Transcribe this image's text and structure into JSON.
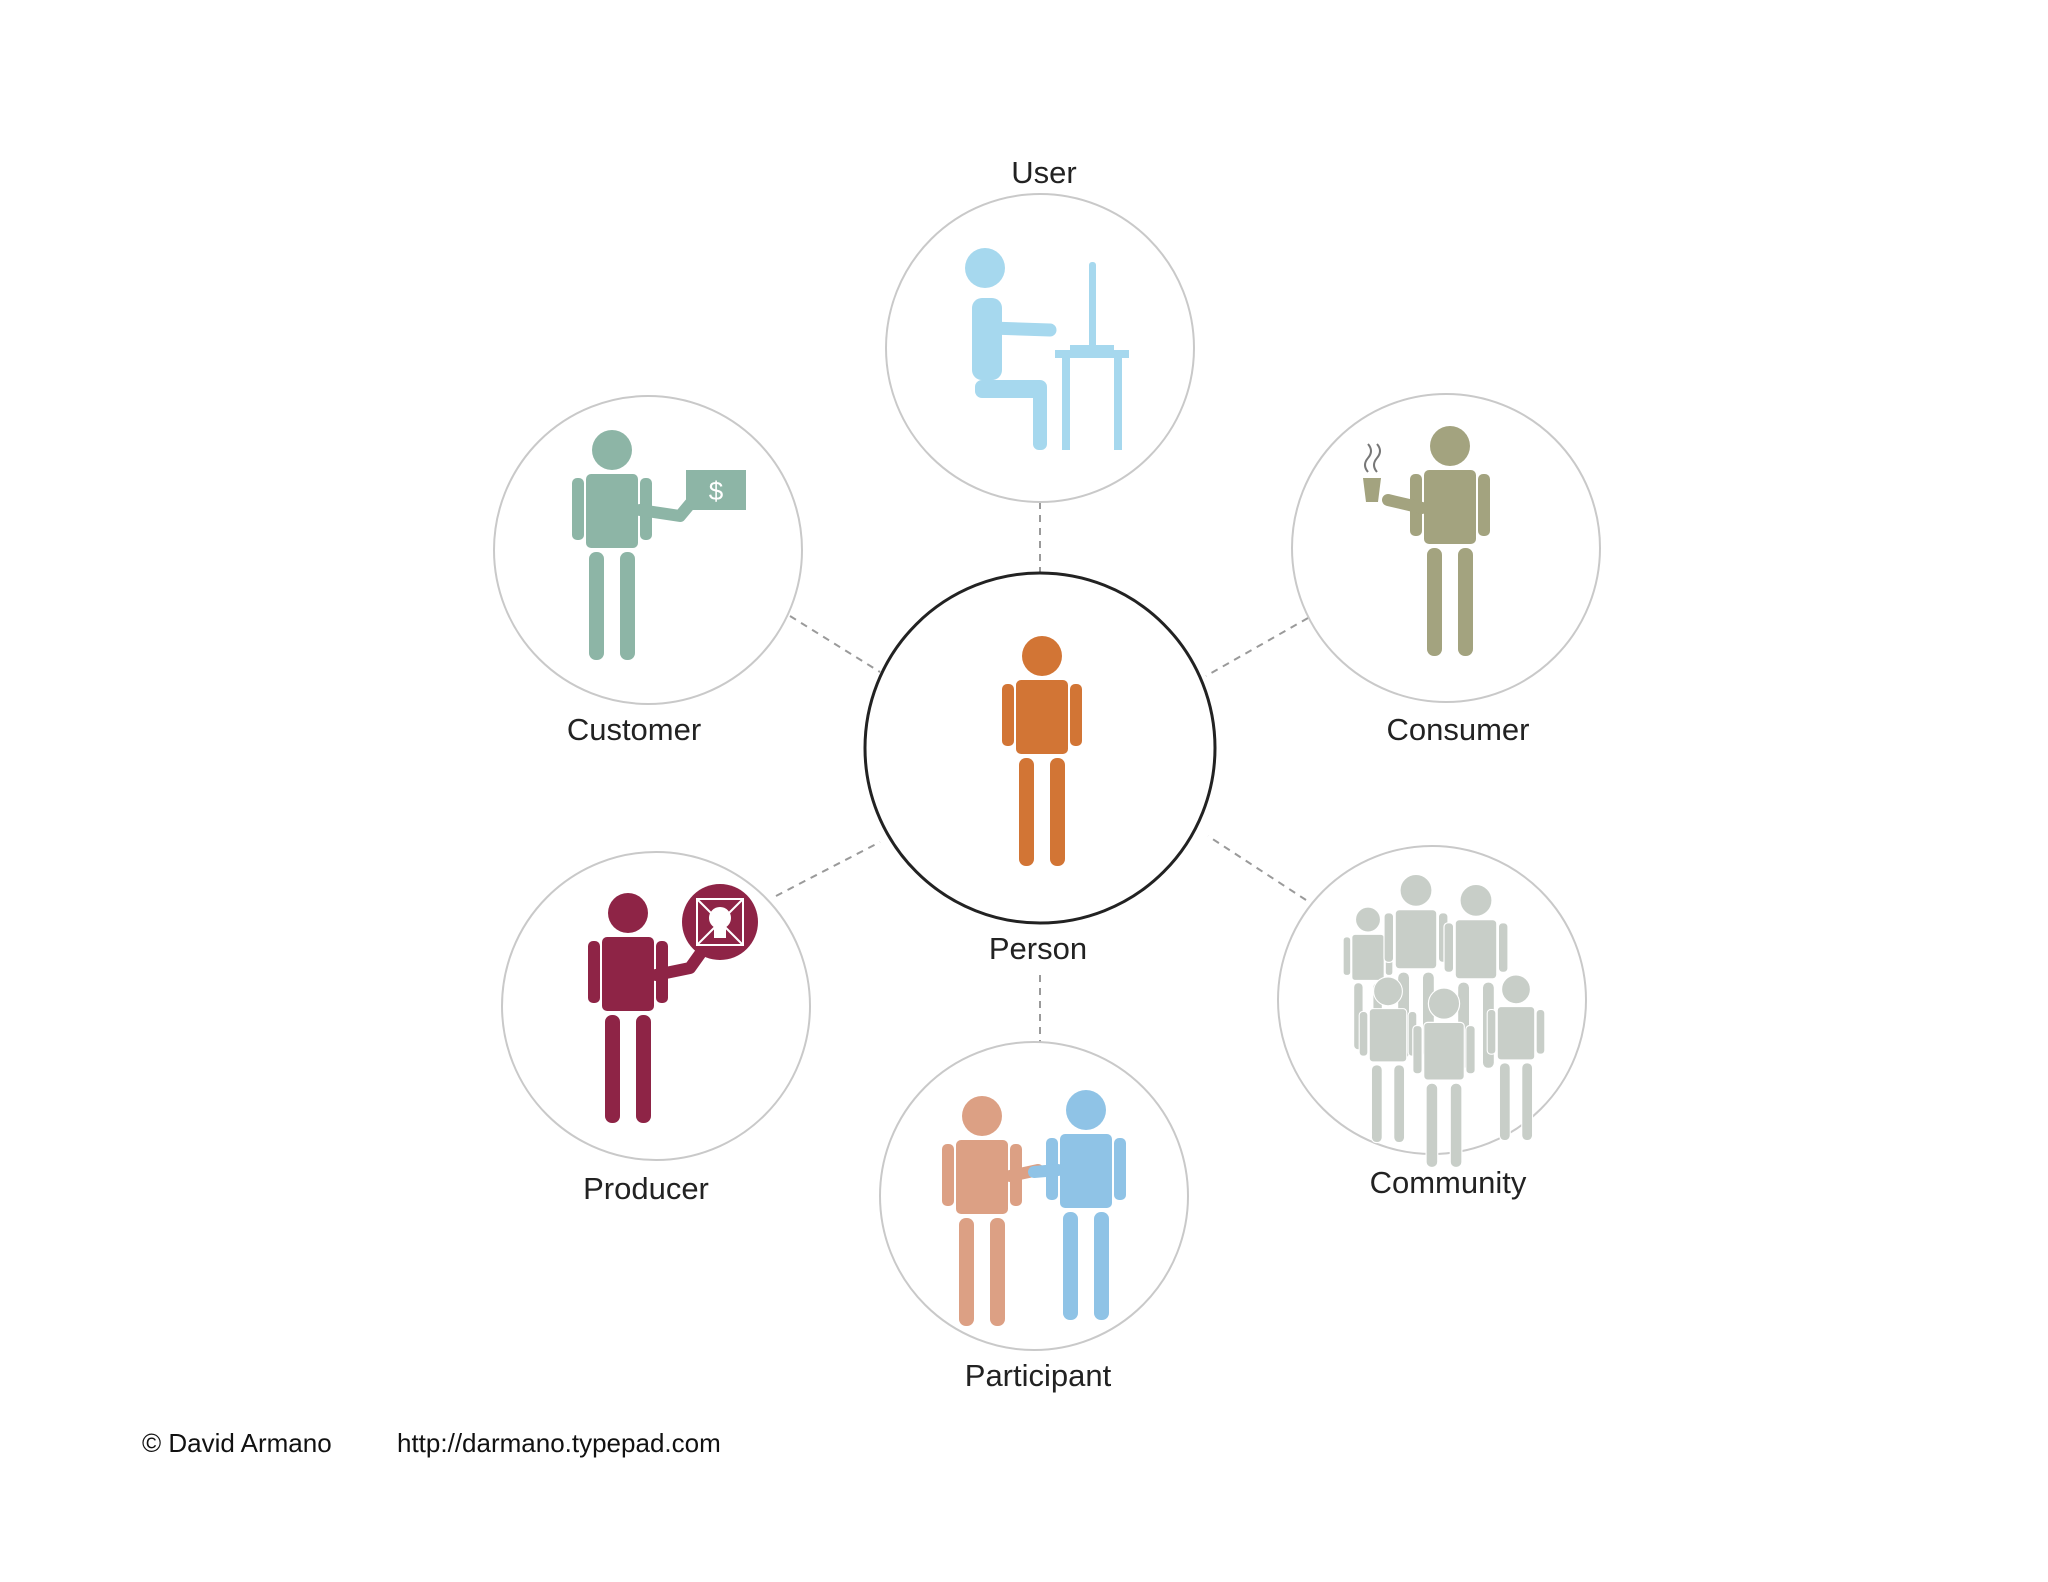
{
  "center": {
    "label": "Person",
    "color": "#D27535"
  },
  "roles": {
    "user": {
      "label": "User",
      "color": "#A6D8EE"
    },
    "customer": {
      "label": "Customer",
      "color": "#8DB5A6"
    },
    "consumer": {
      "label": "Consumer",
      "color": "#A3A37F"
    },
    "producer": {
      "label": "Producer",
      "color": "#8E2446",
      "icon": "lightbulb-icon"
    },
    "participant": {
      "label": "Participant",
      "colors": [
        "#DCA084",
        "#8FC3E6"
      ]
    },
    "community": {
      "label": "Community",
      "color": "#C8CEC8"
    }
  },
  "customer_badge": {
    "symbol": "$"
  },
  "footer": {
    "credit": "© David Armano",
    "url": "http://darmano.typepad.com"
  }
}
